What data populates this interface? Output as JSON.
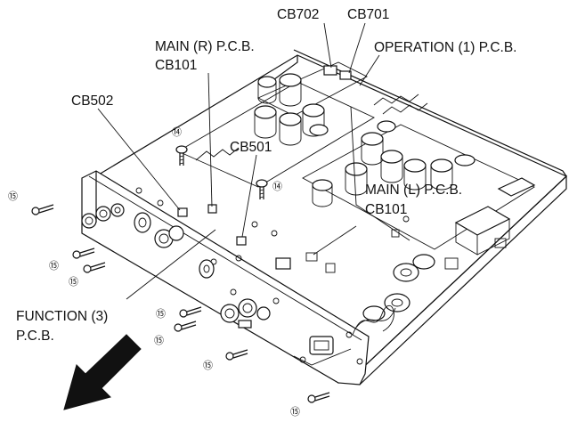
{
  "labels": {
    "cb702": "CB702",
    "cb701": "CB701",
    "operation_pcb": "OPERATION (1) P.C.B.",
    "main_r_pcb": "MAIN (R) P.C.B.",
    "main_r_cb101": "CB101",
    "cb502": "CB502",
    "cb501": "CB501",
    "main_l_pcb": "MAIN (L) P.C.B.",
    "main_l_cb101": "CB101",
    "function_pcb_line1": "FUNCTION (3)",
    "function_pcb_line2": "P.C.B."
  },
  "screw_marks": {
    "screw_14": "⑭",
    "screw_15": "⑮"
  }
}
